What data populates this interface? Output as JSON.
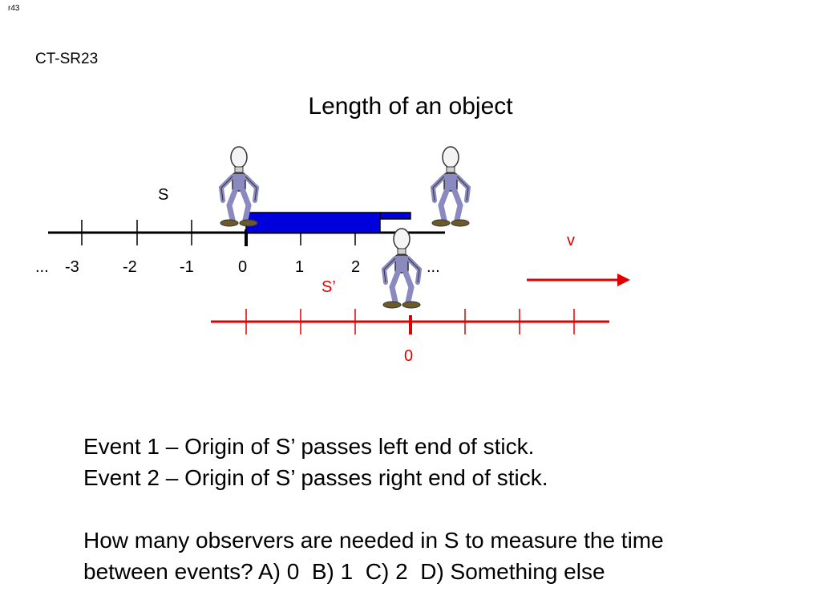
{
  "corner_label": "r43",
  "slide_code": "CT-SR23",
  "title": "Length of an object",
  "frame_s": {
    "label": "S",
    "tick_labels": [
      "...",
      "-3",
      "-2",
      "-1",
      "0",
      "1",
      "2",
      "..."
    ]
  },
  "frame_s_prime": {
    "label": "S’",
    "origin_label": "0",
    "velocity_label": "v"
  },
  "event_lines": [
    "Event 1 – Origin of S’ passes left end of stick.",
    "Event 2 – Origin of S’ passes right end of stick."
  ],
  "question_lines": [
    "How many observers are needed in S to measure the time",
    "between events? A) 0  B) 1  C) 2  D) Something else"
  ],
  "colors": {
    "stick": "#0000dd",
    "frame_s_prime": "#e00000",
    "robot": "#8a8ac0"
  },
  "icons": [
    "robot-observer-icon"
  ]
}
